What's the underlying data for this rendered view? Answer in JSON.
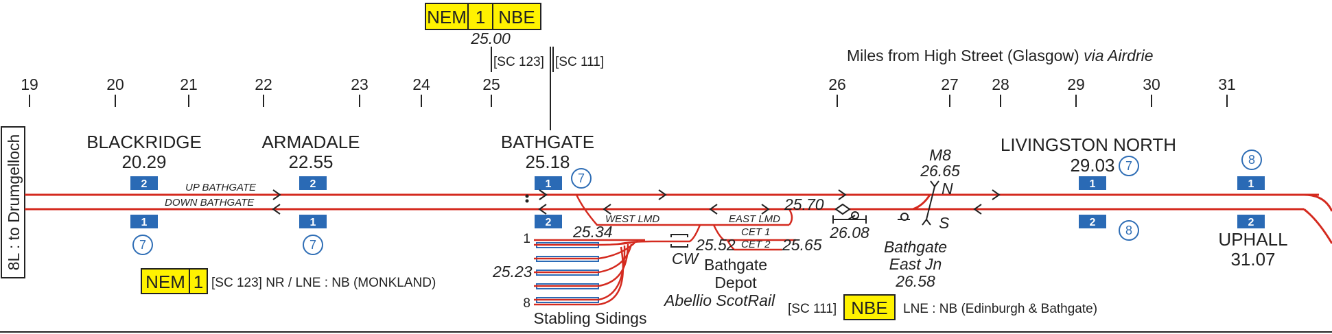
{
  "colors": {
    "track": "#d42a1f",
    "platform": "#2a6ab5",
    "highlight": "#fff200",
    "circle": "#2e6db5",
    "text": "#222222"
  },
  "milepost_header": {
    "label": "Miles from High Street (Glasgow)",
    "via": "via Airdrie"
  },
  "mileposts": [
    "19",
    "20",
    "21",
    "22",
    "23",
    "24",
    "25",
    "26",
    "27",
    "28",
    "29",
    "30",
    "31"
  ],
  "boundary_top": {
    "boxes": [
      "NEM",
      "1",
      "NBE"
    ],
    "mileage": "25.00",
    "left_ref": "[SC 123]",
    "right_ref": "[SC 111]"
  },
  "left_edge": {
    "label": "8L : to Drumgelloch"
  },
  "lines": {
    "up": "UP BATHGATE",
    "down": "DOWN BATHGATE"
  },
  "stations": {
    "blackridge": {
      "name": "BLACKRIDGE",
      "mileage": "20.29",
      "plat_up": "2",
      "plat_down": "1",
      "cars": "7"
    },
    "armadale": {
      "name": "ARMADALE",
      "mileage": "22.55",
      "plat_up": "2",
      "plat_down": "1",
      "cars": "7"
    },
    "bathgate": {
      "name": "BATHGATE",
      "mileage": "25.18",
      "plat_up": "1",
      "plat_down": "2",
      "cars": "7"
    },
    "livingston": {
      "name": "LIVINGSTON NORTH",
      "mileage": "29.03",
      "plat_up": "1",
      "plat_down": "2",
      "cars_up": "7",
      "cars_down": "8"
    },
    "uphall": {
      "name": "UPHALL",
      "mileage": "31.07",
      "plat_up": "1",
      "plat_down": "2",
      "cars": "8"
    }
  },
  "depot": {
    "west_lmd": "WEST LMD",
    "east_lmd": "EAST LMD",
    "cet1": "CET 1",
    "cet2": "CET 2",
    "m_2534": "25.34",
    "m_2552": "25.52",
    "m_2565": "25.65",
    "m_2570": "25.70",
    "m_2523": "25.23",
    "cw": "CW",
    "depot_name": "Bathgate",
    "depot_word": "Depot",
    "operator": "Abellio ScotRail",
    "siding_first": "1",
    "siding_last": "8",
    "sidings_label": "Stabling Sidings"
  },
  "east": {
    "m_2608": "26.08",
    "m8": "M8",
    "m8_mileage": "26.65",
    "n": "N",
    "s": "S",
    "jn_line1": "Bathgate",
    "jn_line2": "East Jn",
    "jn_mileage": "26.58"
  },
  "legend_west": {
    "boxes": [
      "NEM",
      "1"
    ],
    "text": "[SC 123] NR / LNE : NB  (MONKLAND)"
  },
  "legend_east": {
    "ref": "[SC 111]",
    "box": "NBE",
    "text": "LNE : NB (Edinburgh & Bathgate)"
  }
}
